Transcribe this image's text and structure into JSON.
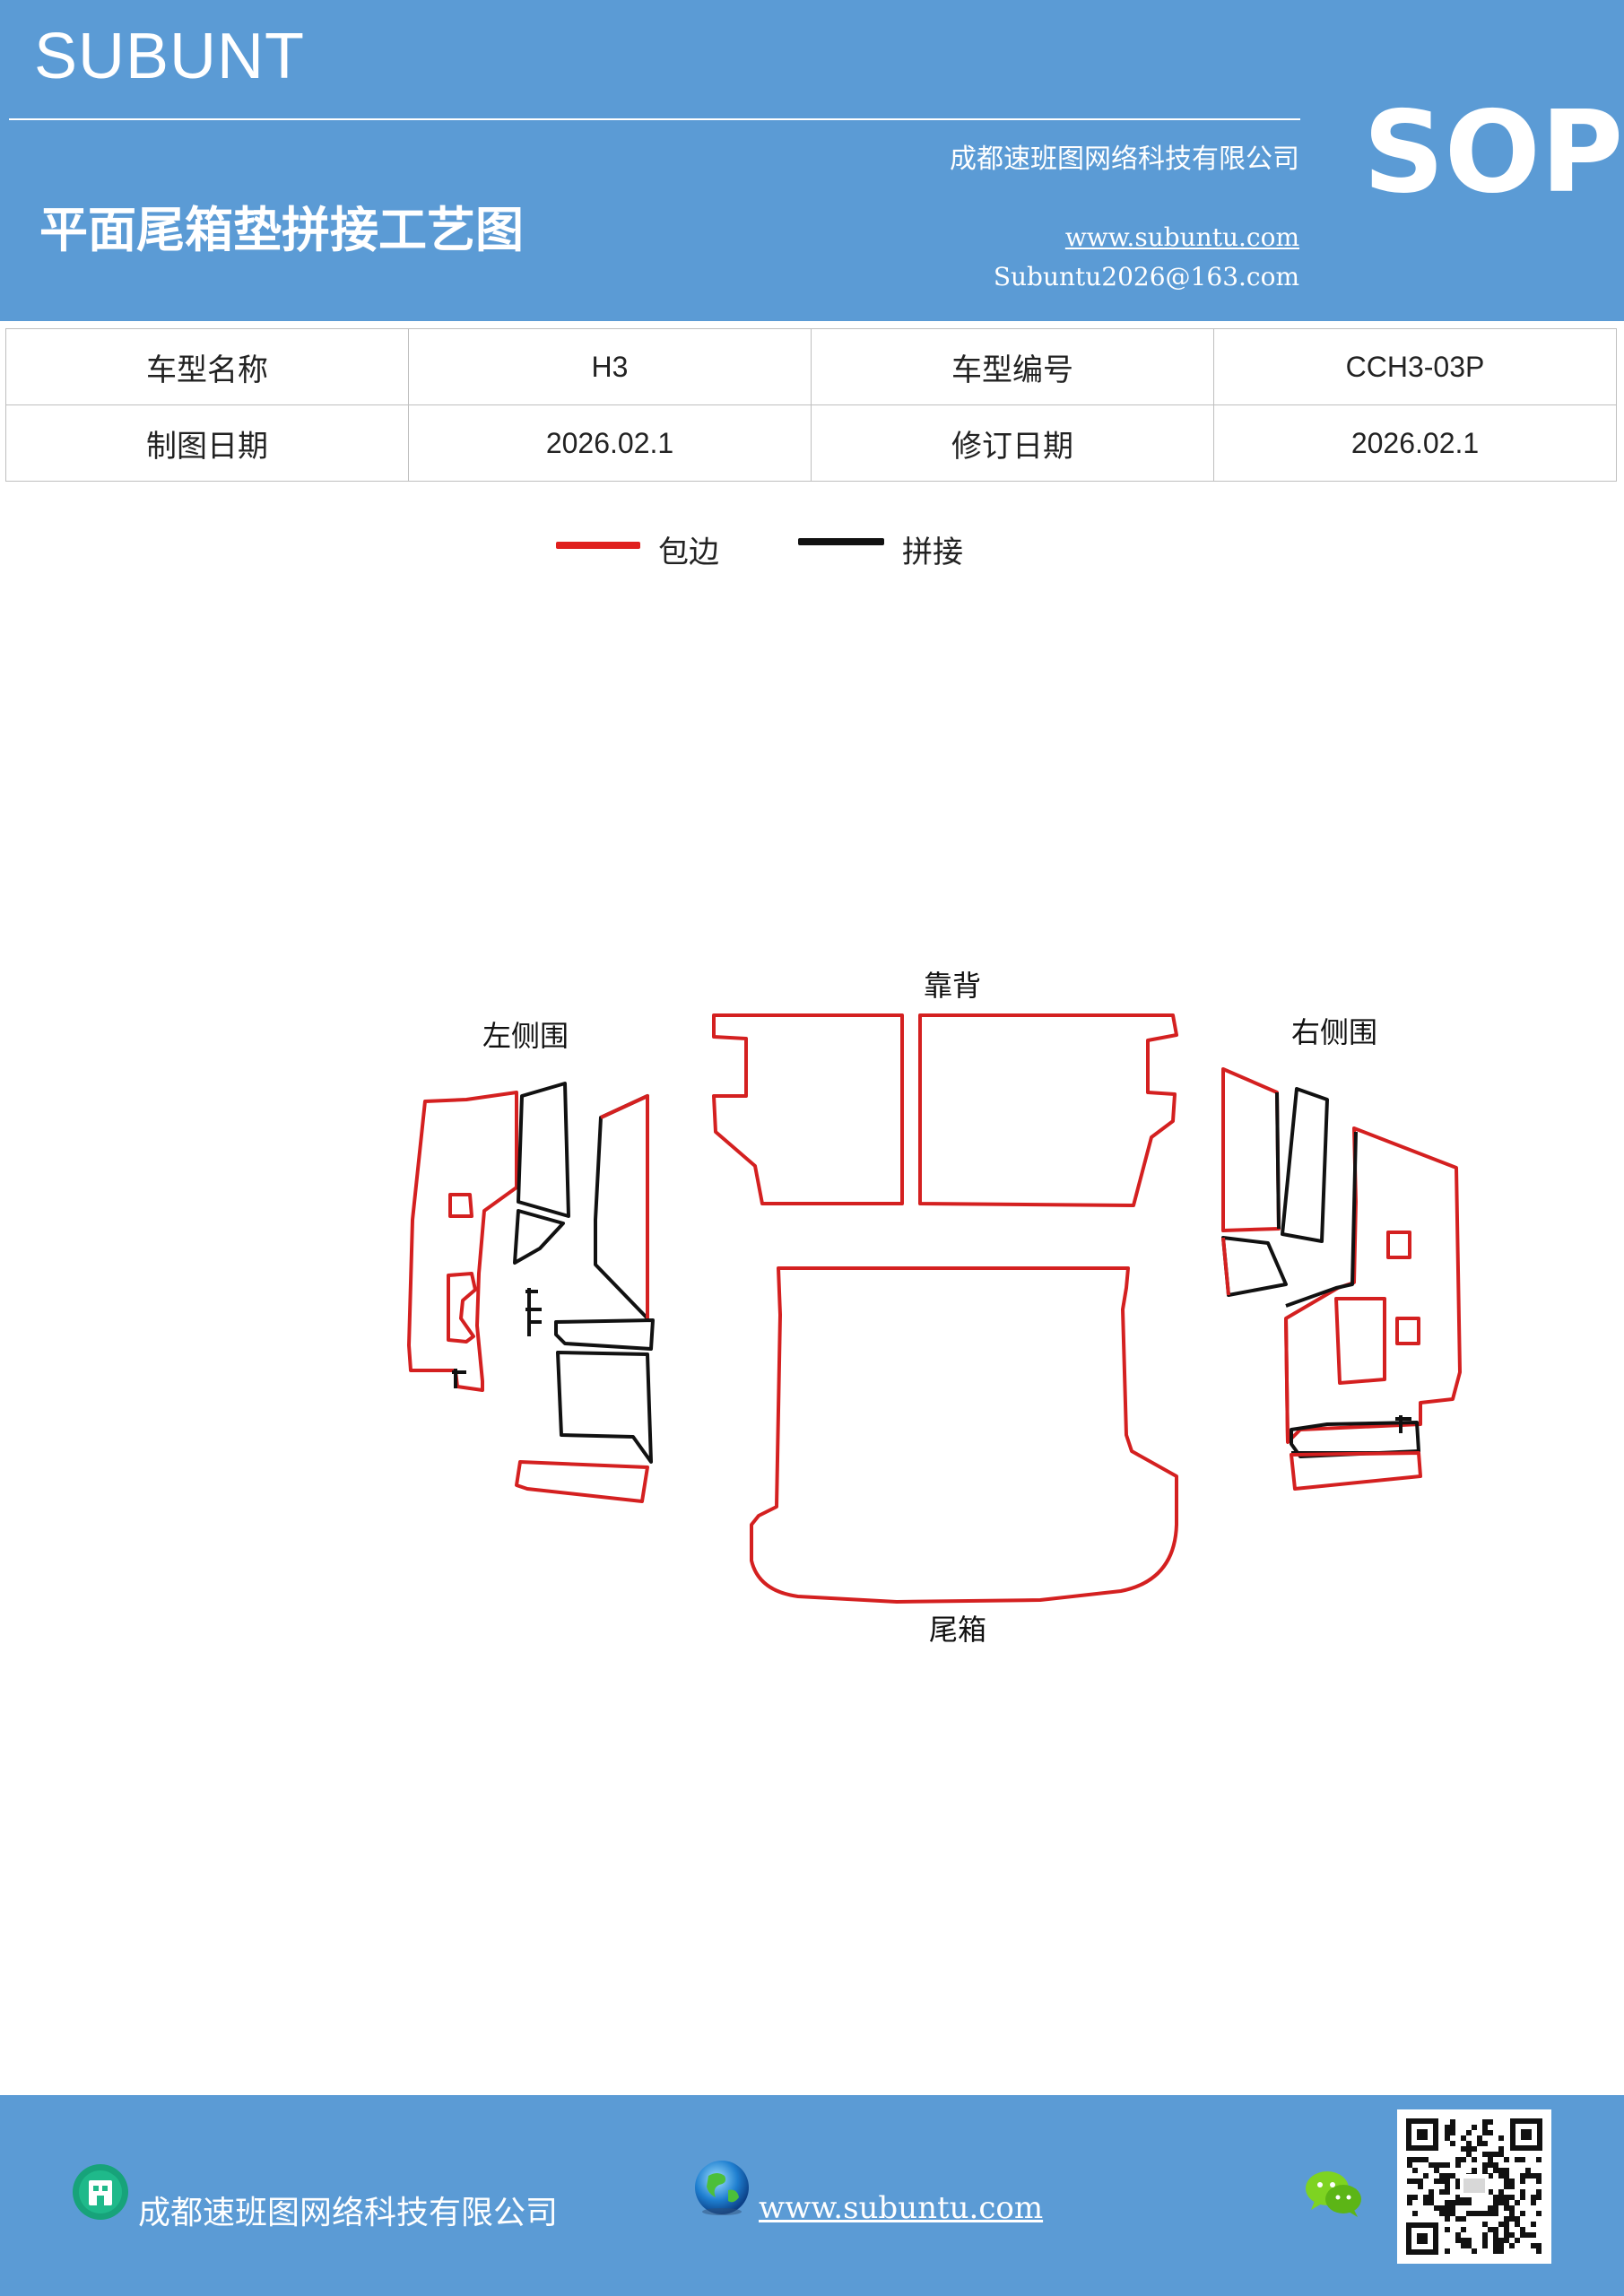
{
  "header": {
    "brand": "SUBUNT",
    "company": "成都速班图网络科技有限公司",
    "title": "平面尾箱垫拼接工艺图",
    "website": "www.subuntu.com",
    "email": "Subuntu2026@163.com",
    "badge": "SOP",
    "background_color": "#5b9bd5"
  },
  "info_table": {
    "rows": [
      [
        {
          "label": "车型名称",
          "value": "H3"
        },
        {
          "label": "车型编号",
          "value": "CCH3-03P"
        }
      ],
      [
        {
          "label": "制图日期",
          "value": "2026.02.1"
        },
        {
          "label": "修订日期",
          "value": "2026.02.1"
        }
      ]
    ]
  },
  "legend": {
    "items": [
      {
        "label": "包边",
        "color": "#e0201e"
      },
      {
        "label": "拼接",
        "color": "#111111"
      }
    ]
  },
  "drawing": {
    "parts": {
      "backrest": "靠背",
      "left_side": "左侧围",
      "right_side": "右侧围",
      "trunk": "尾箱"
    },
    "edge_color": "#d42020",
    "seam_color": "#111111"
  },
  "footer": {
    "company": "成都速班图网络科技有限公司",
    "website": "www.subuntu.com",
    "icons": [
      "building-icon",
      "globe-icon",
      "wechat-icon",
      "qr-code"
    ]
  }
}
